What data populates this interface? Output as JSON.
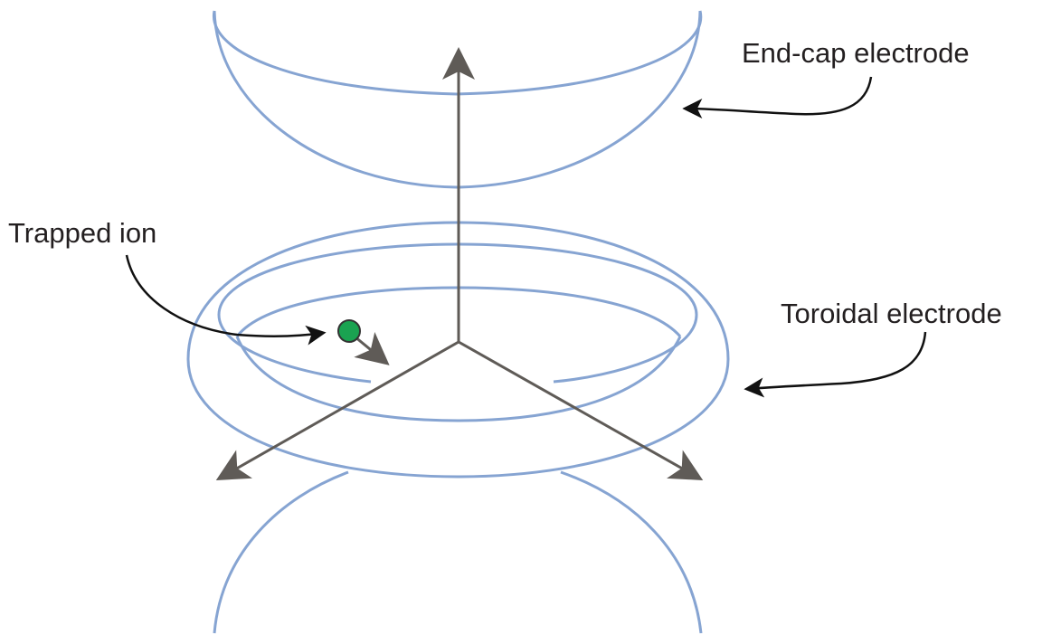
{
  "labels": {
    "end_cap": "End-cap electrode",
    "trapped_ion": "Trapped ion",
    "toroidal": "Toroidal electrode"
  },
  "colors": {
    "electrode": "#86a4d2",
    "axis": "#5f5b57",
    "ion_fill": "#1aa351",
    "ion_stroke": "#333333",
    "pointer": "#111111",
    "text": "#231f20"
  }
}
